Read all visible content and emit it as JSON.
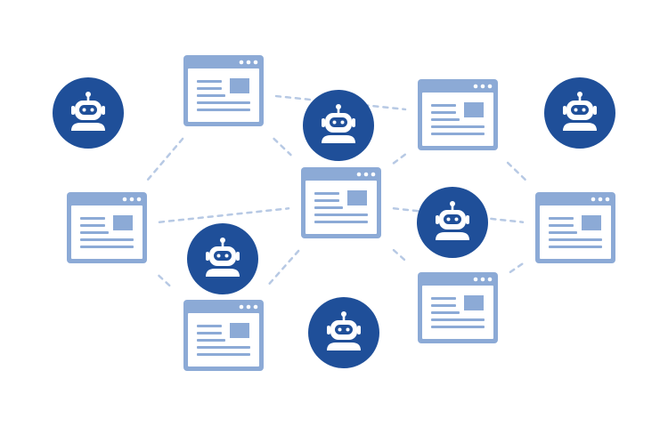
{
  "colors": {
    "background": "#ffffff",
    "window_frame": "#8caad6",
    "window_body": "#ffffff",
    "window_accent": "#8caad6",
    "robot_disc": "#1f4f99",
    "robot_face": "#ffffff",
    "connector": "#b7c9e4"
  },
  "icons": {
    "window": "browser-window-icon",
    "robot": "robot-bot-icon"
  },
  "diagram": {
    "windows": [
      {
        "id": "w-top-left"
      },
      {
        "id": "w-left"
      },
      {
        "id": "w-bottom-left"
      },
      {
        "id": "w-center"
      },
      {
        "id": "w-top-right"
      },
      {
        "id": "w-bottom-right"
      },
      {
        "id": "w-right"
      }
    ],
    "robots": [
      {
        "id": "r-far-left"
      },
      {
        "id": "r-center-top"
      },
      {
        "id": "r-lower-left"
      },
      {
        "id": "r-center-right"
      },
      {
        "id": "r-bottom"
      },
      {
        "id": "r-far-right"
      }
    ],
    "links": [
      {
        "from": "w-top-left",
        "to": "w-left"
      },
      {
        "from": "w-top-left",
        "to": "w-center"
      },
      {
        "from": "w-top-left",
        "to": "w-top-right"
      },
      {
        "from": "w-left",
        "to": "w-center"
      },
      {
        "from": "w-left",
        "to": "w-bottom-left"
      },
      {
        "from": "w-center",
        "to": "w-bottom-left"
      },
      {
        "from": "w-center",
        "to": "w-top-right"
      },
      {
        "from": "w-center",
        "to": "w-bottom-right"
      },
      {
        "from": "w-center",
        "to": "w-right"
      },
      {
        "from": "w-top-right",
        "to": "w-right"
      },
      {
        "from": "w-bottom-right",
        "to": "w-right"
      }
    ]
  }
}
